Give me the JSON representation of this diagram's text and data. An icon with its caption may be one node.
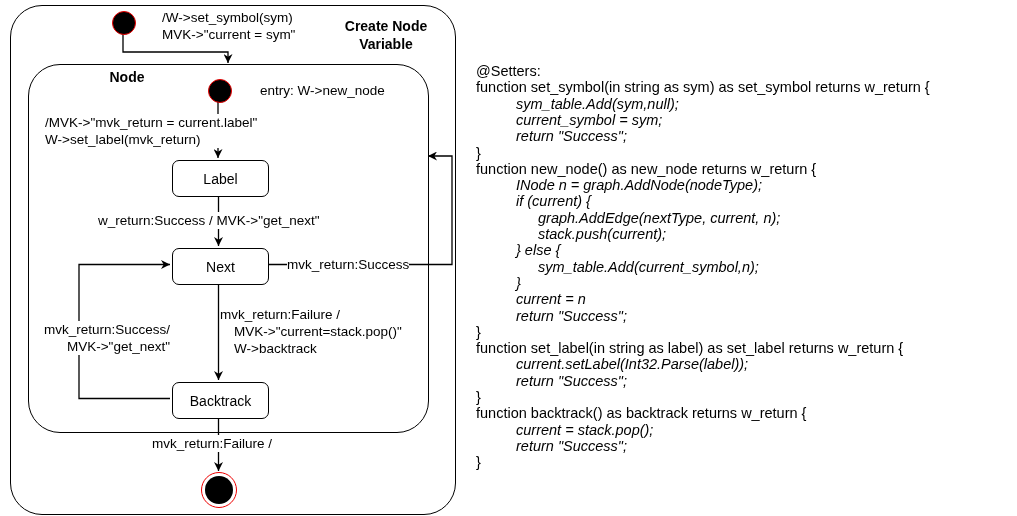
{
  "diagram": {
    "nodes": [
      {
        "text": [
          "Create Node Variable"
        ]
      },
      {
        "text": [],
        "shape": "circle",
        "in": 0
      },
      {
        "text": [
          "Node",
          "entry: W->new_node"
        ],
        "in": 0
      },
      {
        "text": [],
        "shape": "circle",
        "in": 2
      },
      {
        "text": [
          "Label"
        ],
        "in": 2
      },
      {
        "text": [
          "Next"
        ],
        "in": 2
      },
      {
        "text": [
          "Backtrack"
        ],
        "in": 2
      },
      {
        "text": [],
        "shape": "circle",
        "in": 0
      }
    ],
    "edges": [
      {
        "from": 1,
        "to": 2,
        "arrow": "to",
        "label": "/W->set_symbol(sym) MVK->\"current = sym\""
      },
      {
        "from": 3,
        "to": 4,
        "arrow": "to",
        "label": "/MVK->\"mvk_return = current.label\" W->set_label(mvk_return)"
      },
      {
        "from": 4,
        "to": 5,
        "arrow": "to",
        "label": "w_return:Success / MVK->\"get_next\""
      },
      {
        "from": 5,
        "to": 2,
        "arrow": "to",
        "label": "mvk_return:Success"
      },
      {
        "from": 5,
        "to": 6,
        "arrow": "to",
        "label": "mvk_return:Failure / MVK->\"current=stack.pop()\" W->backtrack"
      },
      {
        "from": 6,
        "to": 5,
        "arrow": "to",
        "label": "mvk_return:Success/ MVK->\"get_next\""
      },
      {
        "from": 6,
        "to": 7,
        "arrow": "to",
        "label": "mvk_return:Failure /"
      }
    ],
    "labels": [
      "@Setters:",
      "function set_symbol(in string as sym) as set_symbol returns w_return {",
      "sym_table.Add(sym,null);",
      "current_symbol = sym;",
      "return \"Success\";",
      "}",
      "function new_node() as new_node returns w_return {",
      "INode n = graph.AddNode(nodeType);",
      "if (current) {",
      "graph.AddEdge(nextType, current, n);",
      "stack.push(current);",
      "} else {",
      "sym_table.Add(current_symbol,n);",
      "}",
      "current = n",
      "return \"Success\";",
      "}",
      "function set_label(in string as label) as set_label returns w_return {",
      "current.setLabel(Int32.Parse(label));",
      "return \"Success\";",
      "}",
      "function backtrack() as backtrack returns w_return {",
      "current = stack.pop();",
      "return \"Success\";",
      "}"
    ]
  }
}
